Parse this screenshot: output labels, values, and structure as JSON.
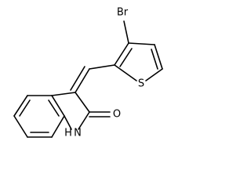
{
  "structure": {
    "atoms": {
      "bromine": "Br",
      "sulfur": "S",
      "oxygen": "O",
      "nitrogen": "N",
      "hydrogen": "H"
    },
    "colors": {
      "bond": "#000000",
      "label": "#000000",
      "background": "#ffffff"
    }
  }
}
